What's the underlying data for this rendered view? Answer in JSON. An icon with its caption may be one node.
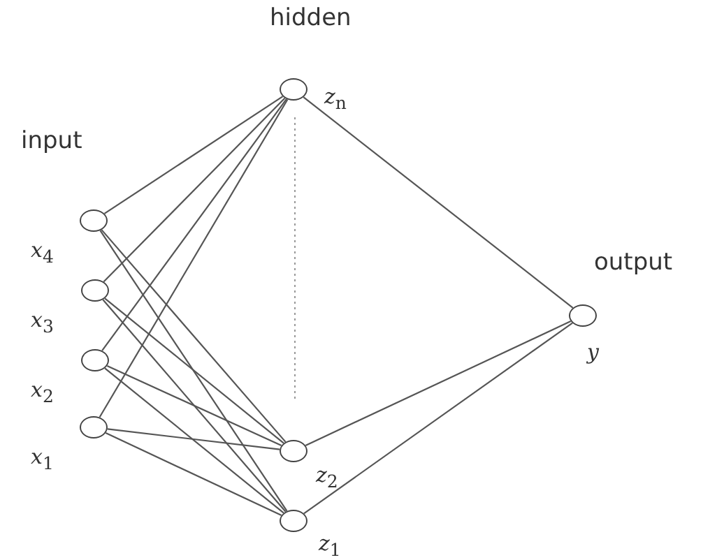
{
  "diagram": {
    "nodes": [
      {
        "text": [],
        "shape": "circle",
        "beside": [
          "*x*$_{4}$"
        ]
      },
      {
        "text": [],
        "shape": "circle",
        "beside": [
          "*x*$_{3}$"
        ]
      },
      {
        "text": [],
        "shape": "circle",
        "beside": [
          "*x*$_{2}$"
        ]
      },
      {
        "text": [],
        "shape": "circle",
        "beside": [
          "*x*$_{1}$"
        ]
      },
      {
        "text": [],
        "shape": "circle",
        "beside": [
          "*z*$_{n}$"
        ]
      },
      {
        "text": [],
        "shape": "circle",
        "beside": [
          "*z*$_{2}$"
        ]
      },
      {
        "text": [],
        "shape": "circle",
        "beside": [
          "*z*$_{1}$"
        ]
      },
      {
        "text": [],
        "shape": "circle",
        "beside": [
          "*y*"
        ]
      }
    ],
    "edges": [
      {
        "from": 0,
        "to": 4,
        "arrow": "none"
      },
      {
        "from": 0,
        "to": 5,
        "arrow": "none"
      },
      {
        "from": 0,
        "to": 6,
        "arrow": "none"
      },
      {
        "from": 1,
        "to": 4,
        "arrow": "none"
      },
      {
        "from": 1,
        "to": 5,
        "arrow": "none"
      },
      {
        "from": 1,
        "to": 6,
        "arrow": "none"
      },
      {
        "from": 2,
        "to": 4,
        "arrow": "none"
      },
      {
        "from": 2,
        "to": 5,
        "arrow": "none"
      },
      {
        "from": 2,
        "to": 6,
        "arrow": "none"
      },
      {
        "from": 3,
        "to": 4,
        "arrow": "none"
      },
      {
        "from": 3,
        "to": 5,
        "arrow": "none"
      },
      {
        "from": 3,
        "to": 6,
        "arrow": "none"
      },
      {
        "from": 4,
        "to": 7,
        "arrow": "none"
      },
      {
        "from": 5,
        "to": 7,
        "arrow": "none"
      },
      {
        "from": 6,
        "to": 7,
        "arrow": "none"
      }
    ],
    "labels": [
      "hidden",
      "input",
      "output"
    ]
  }
}
